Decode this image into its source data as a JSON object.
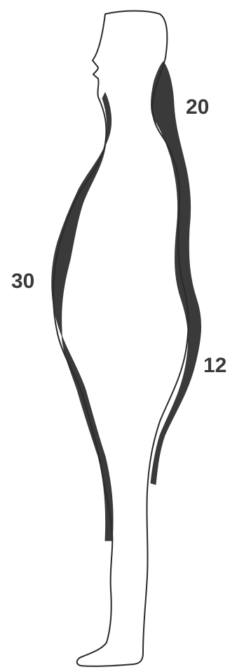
{
  "labels": {
    "back_upper": "20",
    "front_abdomen": "30",
    "back_lower": "12"
  },
  "colors": {
    "outline": "#2a2a2a",
    "shaded_region": "#3a3a3a",
    "background": "#ffffff"
  }
}
